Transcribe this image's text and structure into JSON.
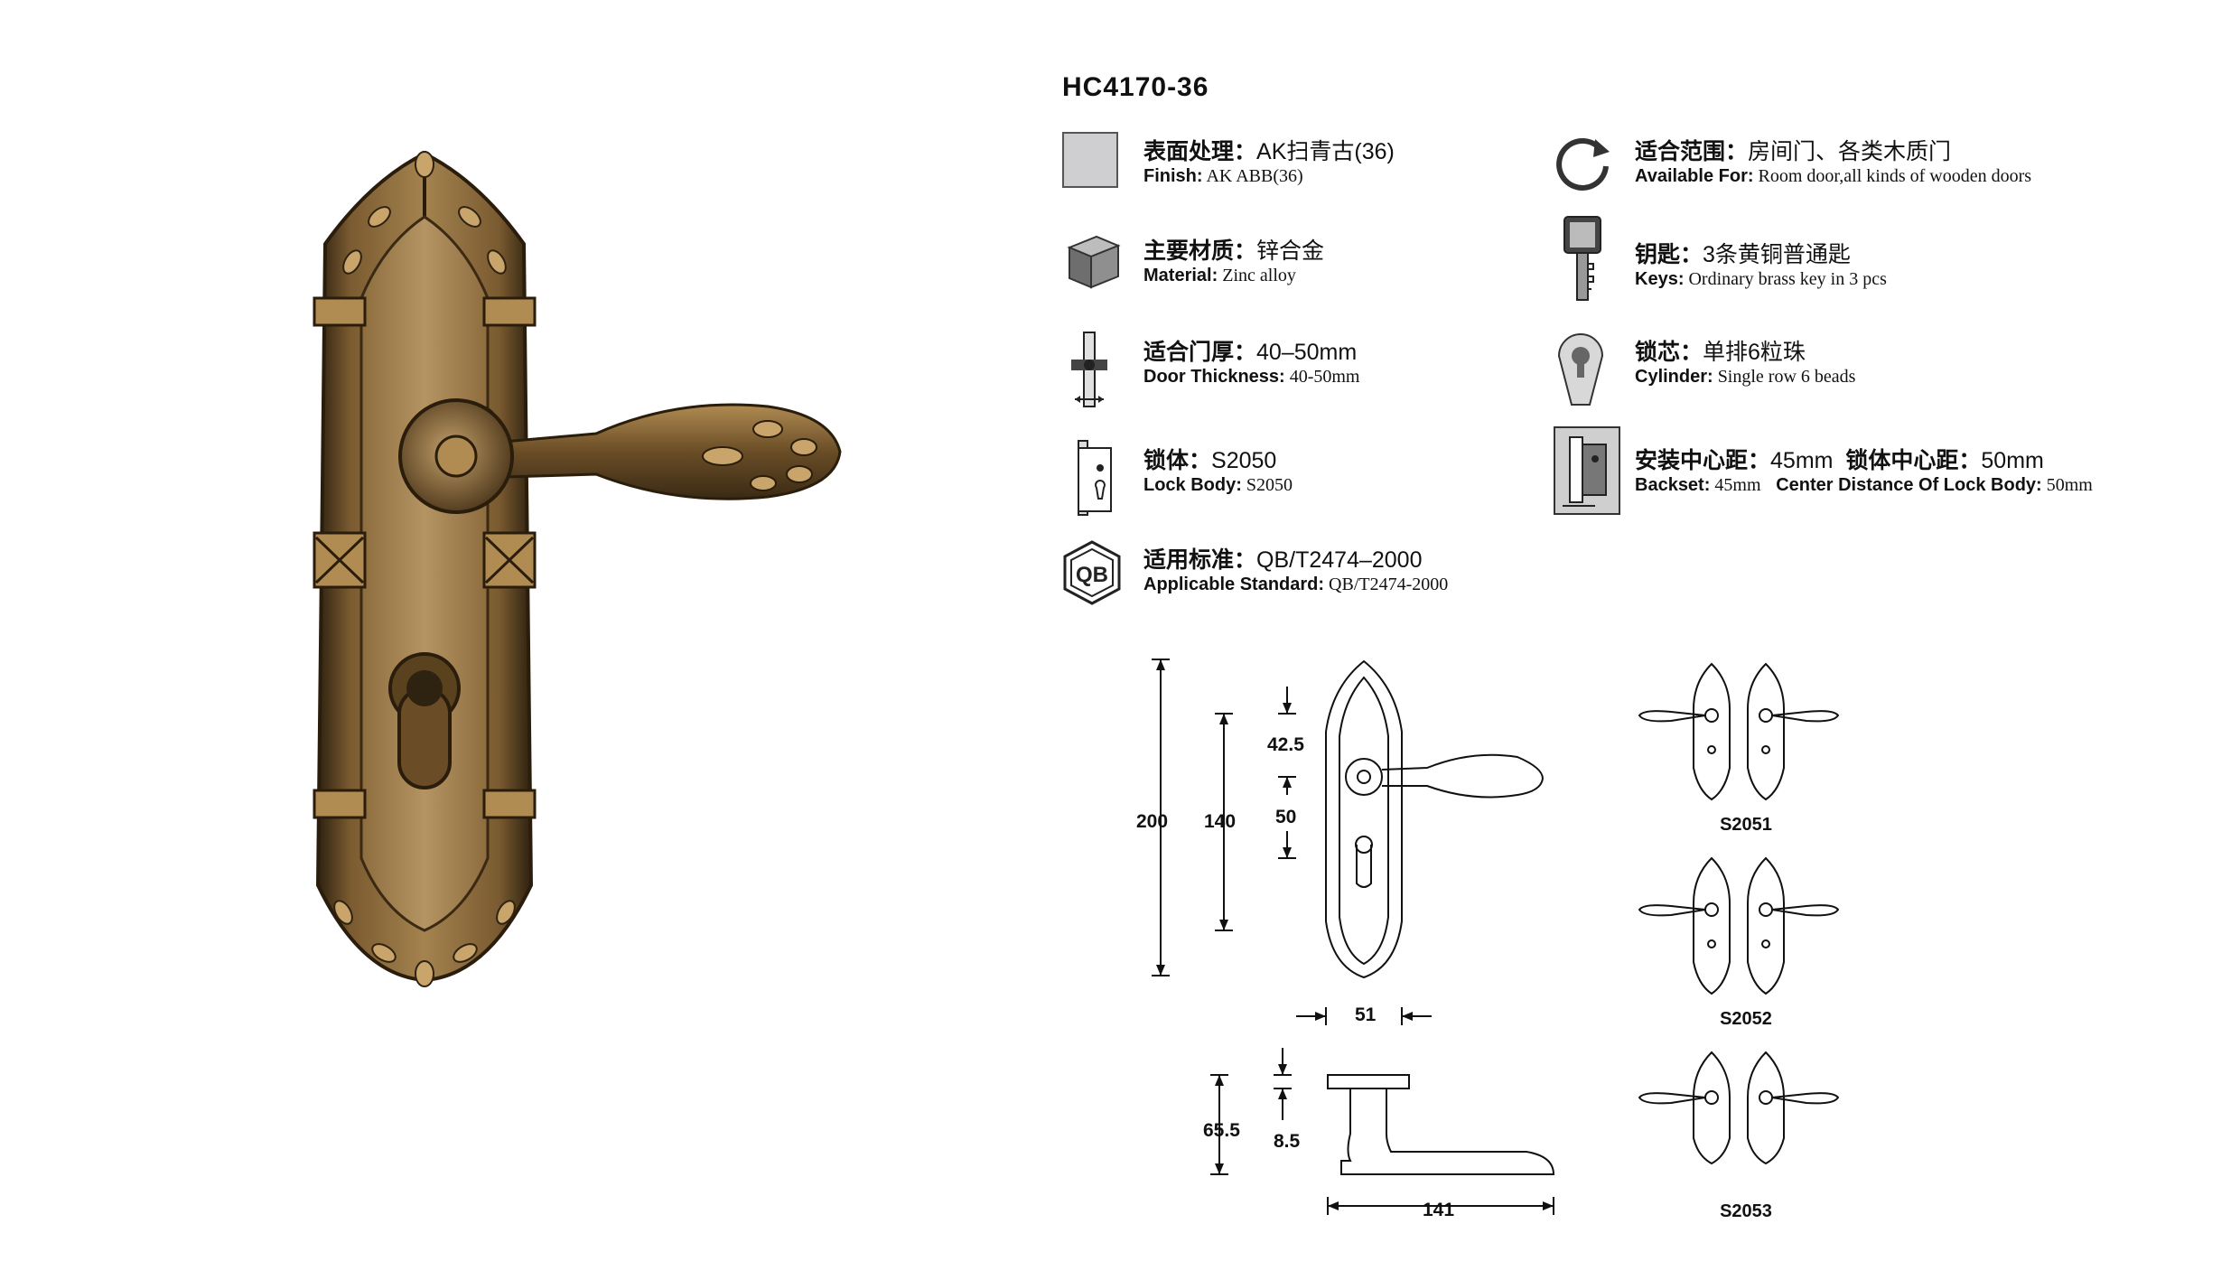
{
  "model": "HC4170-36",
  "specs": [
    {
      "id": "finish",
      "cn_label": "表面处理：",
      "cn_value": "AK扫青古(36)",
      "en_label": "Finish:",
      "en_value": " AK ABB(36)",
      "icon": "finish-swatch-icon",
      "swatch_color": "#cfcfd1"
    },
    {
      "id": "material",
      "cn_label": "主要材质：",
      "cn_value": "锌合金",
      "en_label": "Material:",
      "en_value": " Zinc alloy",
      "icon": "cube-icon"
    },
    {
      "id": "door-thickness",
      "cn_label": "适合门厚：",
      "cn_value": "40–50mm",
      "en_label": "Door Thickness:",
      "en_value": " 40-50mm",
      "icon": "door-thickness-icon"
    },
    {
      "id": "lock-body",
      "cn_label": "锁体：",
      "cn_value": "S2050",
      "en_label": "Lock Body:",
      "en_value": "  S2050",
      "icon": "lock-body-icon"
    },
    {
      "id": "standard",
      "cn_label": "适用标准：",
      "cn_value": "QB/T2474–2000",
      "en_label": "Applicable Standard:",
      "en_value": " QB/T2474-2000",
      "icon": "qb-standard-icon"
    },
    {
      "id": "available",
      "cn_label": "适合范围：",
      "cn_value": "房间门、各类木质门",
      "en_label": "Available For:",
      "en_value": " Room door,all kinds of wooden doors",
      "icon": "refresh-range-icon"
    },
    {
      "id": "keys",
      "cn_label": "钥匙：",
      "cn_value": "3条黄铜普通匙",
      "en_label": "Keys:",
      "en_value": " Ordinary brass key in 3 pcs",
      "icon": "key-icon"
    },
    {
      "id": "cylinder",
      "cn_label": "锁芯：",
      "cn_value": "单排6粒珠",
      "en_label": "Cylinder:",
      "en_value": " Single row 6 beads",
      "icon": "cylinder-icon"
    },
    {
      "id": "backset",
      "cn_label": "安装中心距：",
      "cn_value": "45mm",
      "cn_label2": "锁体中心距：",
      "cn_value2": "50mm",
      "en_label": "Backset:",
      "en_value": " 45mm",
      "en_label2": "Center Distance Of Lock Body:",
      "en_value2": " 50mm",
      "icon": "backset-icon"
    }
  ],
  "dimensions": {
    "overall_height": "200",
    "hole_spacing": "140",
    "top_offset": "42.5",
    "cylinder_gap": "50",
    "plate_width": "51",
    "projection": "65.5",
    "rose_thickness": "8.5",
    "handle_length": "141"
  },
  "variants": [
    "S2051",
    "S2052",
    "S2053"
  ],
  "colors": {
    "bronze_dark": "#3a2a14",
    "bronze_mid": "#8a6a3c",
    "bronze_light": "#b8965e",
    "line": "#111111"
  }
}
